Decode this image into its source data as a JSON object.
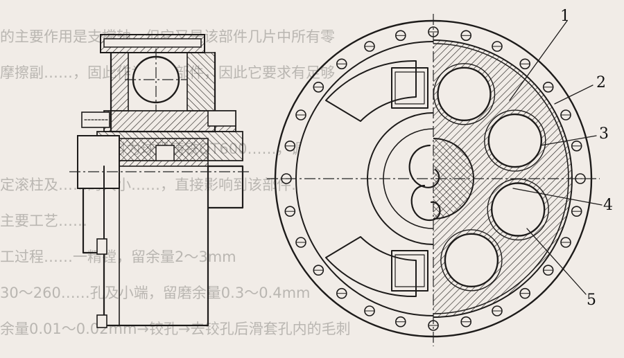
{
  "figure": {
    "callouts": [
      "1",
      "2",
      "3",
      "4",
      "5"
    ]
  },
  "background_text": {
    "lines": [
      "的主要作用是支撑轴，但它又是该部件几片中所有零",
      "摩擦副……，固此作为主要部件，因此它要求有足够",
      "材料为球墨铸铁QT600……，调质后硬度230～",
      "定滚柱及……的大小……，直接影响到该部件……的",
      "主要工艺……",
      "工过程……一精镗，留余量2～3mm",
      "30～260……孔及小端，留磨余量0.3～0.4mm",
      "余量0.01～0.02mm→铰孔→去铰孔后滑套孔内的毛刺"
    ]
  }
}
